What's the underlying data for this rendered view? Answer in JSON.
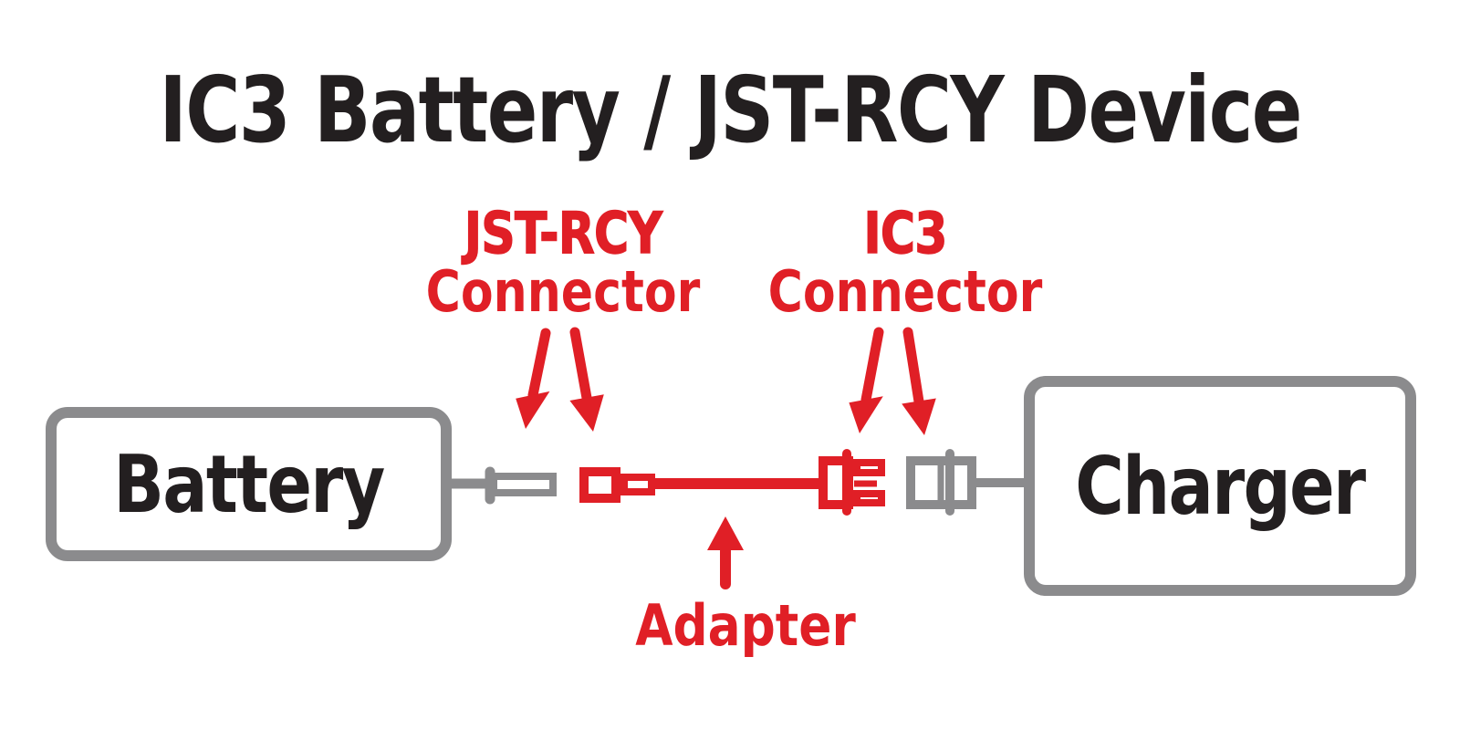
{
  "title": "IC3 Battery / JST-RCY Device",
  "colors": {
    "red": "#e01f26",
    "gray": "#8b8b8d",
    "ink": "#231f20",
    "bg": "#ffffff"
  },
  "callouts": {
    "jst_rcy": {
      "line1": "JST-RCY",
      "line2": "Connector"
    },
    "ic3": {
      "line1": "IC3",
      "line2": "Connector"
    },
    "adapter": "Adapter"
  },
  "nodes": {
    "battery": "Battery",
    "charger": "Charger"
  }
}
